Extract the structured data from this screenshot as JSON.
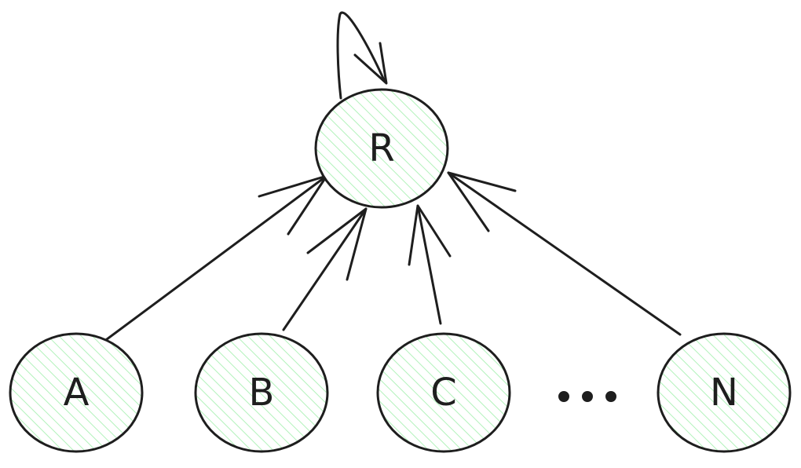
{
  "colors": {
    "stroke": "#1e1e1e",
    "hatch": "#b2f2bb",
    "background": "#ffffff"
  },
  "nodes": {
    "root": {
      "label": "R"
    },
    "a": {
      "label": "A"
    },
    "b": {
      "label": "B"
    },
    "c": {
      "label": "C"
    },
    "n": {
      "label": "N"
    }
  },
  "ellipsis": {
    "icon": "ellipsis-icon"
  },
  "edges": [
    {
      "from": "R",
      "to": "R"
    },
    {
      "from": "A",
      "to": "R"
    },
    {
      "from": "B",
      "to": "R"
    },
    {
      "from": "C",
      "to": "R"
    },
    {
      "from": "N",
      "to": "R"
    }
  ]
}
